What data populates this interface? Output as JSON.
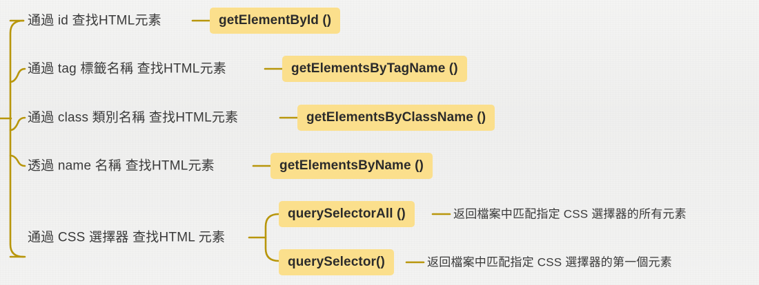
{
  "diagram": {
    "type": "mind-map",
    "title_present": false,
    "colors": {
      "background": "#f2f2f1",
      "branch_line": "#b8960b",
      "chip_background": "#fbdf8c",
      "chip_text": "#2b2b2b",
      "label_text": "#3a3a3a"
    },
    "root_stub_label": "",
    "branches": [
      {
        "id": "by-id",
        "label": "通過 id 查找HTML元素",
        "method": "getElementById ()",
        "description": ""
      },
      {
        "id": "by-tag",
        "label": "通過 tag 標籤名稱 查找HTML元素",
        "method": "getElementsByTagName ()",
        "description": ""
      },
      {
        "id": "by-class",
        "label": "通過 class 類別名稱 查找HTML元素",
        "method": "getElementsByClassName ()",
        "description": ""
      },
      {
        "id": "by-name",
        "label": "透過 name 名稱 查找HTML元素",
        "method": "getElementsByName ()",
        "description": ""
      },
      {
        "id": "by-css",
        "label": "通過 CSS 選擇器 查找HTML 元素",
        "method": "",
        "description": "",
        "children": [
          {
            "id": "query-selector-all",
            "method": "querySelectorAll ()",
            "description": "返回檔案中匹配指定 CSS 選擇器的所有元素"
          },
          {
            "id": "query-selector",
            "method": "querySelector()",
            "description": "返回檔案中匹配指定 CSS 選擇器的第一個元素"
          }
        ]
      }
    ]
  }
}
